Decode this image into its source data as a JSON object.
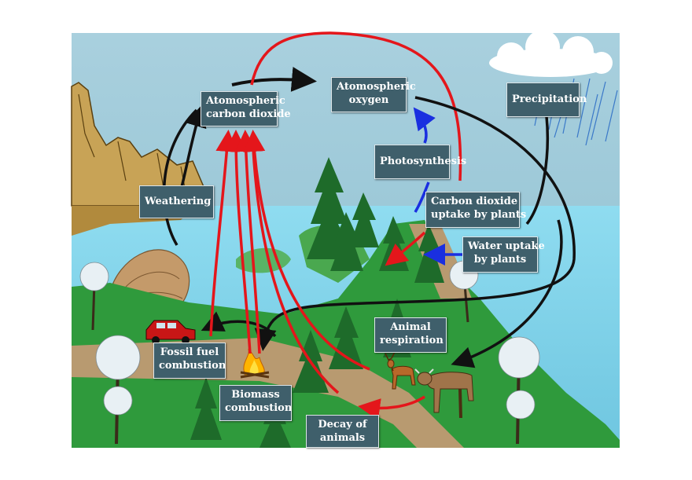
{
  "labels": {
    "atmospheric_co2": [
      "Atomospheric",
      "carbon dioxide"
    ],
    "atmospheric_oxygen": [
      "Atomospheric",
      "oxygen"
    ],
    "precipitation": [
      "Precipitation"
    ],
    "photosynthesis": [
      "Photosynthesis"
    ],
    "weathering": [
      "Weathering"
    ],
    "co2_uptake": [
      "Carbon dioxide",
      "uptake by plants"
    ],
    "water_uptake": [
      "Water uptake",
      "by plants"
    ],
    "animal_respiration": [
      "Animal",
      "respiration"
    ],
    "fossil_fuel": [
      "Fossil fuel",
      "combustion"
    ],
    "biomass": [
      "Biomass",
      "combustion"
    ],
    "decay": [
      "Decay of",
      "animals"
    ]
  },
  "colors": {
    "sky": "#9ec7d6",
    "water": "#7fd3ea",
    "grass": "#2f9a3c",
    "label_bg": "#3f5f6b",
    "arrow_red": "#e4161b",
    "arrow_blue": "#1a2fe0",
    "arrow_black": "#111111"
  }
}
